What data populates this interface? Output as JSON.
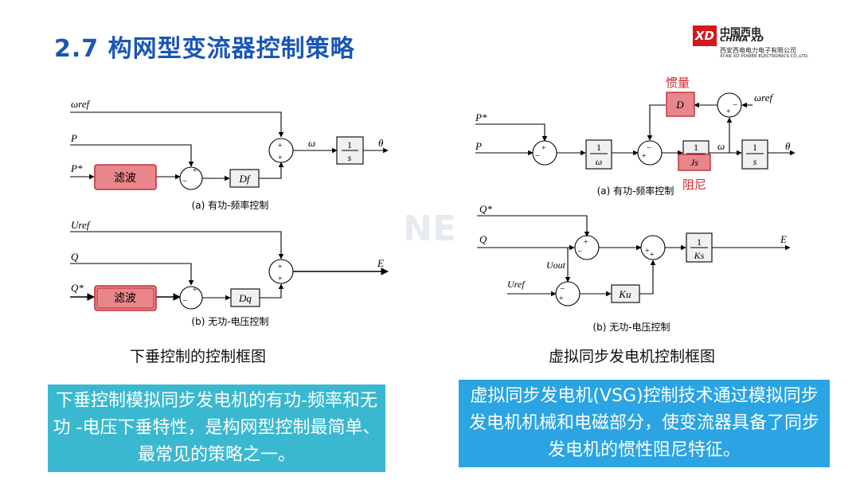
{
  "title": "2.7 构网型变流器控制策略",
  "logo": {
    "mark": "XD",
    "cn": "中国西电",
    "en": "CHINA XD",
    "company_cn": "西安西电电力电子有限公司",
    "company_en": "XI'AN XD POWER ELECTRONICS CO.,LTD."
  },
  "watermark": "NE",
  "left_diagram": {
    "a": {
      "omega_ref": "ωref",
      "P": "P",
      "P_star": "P*",
      "filter": "滤波",
      "Df": "Df",
      "omega": "ω",
      "one": "1",
      "s": "s",
      "theta": "θ",
      "caption": "(a) 有功-频率控制"
    },
    "b": {
      "U_ref": "Uref",
      "Q": "Q",
      "Q_star": "Q*",
      "filter": "滤波",
      "Dq": "Dq",
      "E": "E",
      "caption": "(b) 无功-电压控制"
    },
    "signs": {
      "plus": "+",
      "minus": "−"
    }
  },
  "right_diagram": {
    "a": {
      "inertia_label": "惯量",
      "damping_label": "阻尼",
      "D": "D",
      "omega_ref": "ωref",
      "P_star": "P*",
      "P": "P",
      "one": "1",
      "omega_den": "ω",
      "Js": "Js",
      "omega": "ω",
      "s": "s",
      "theta": "θ",
      "caption": "(a) 有功-频率控制"
    },
    "b": {
      "Q_star": "Q*",
      "Q": "Q",
      "U_out": "Uout",
      "U_ref": "Uref",
      "Ku": "Ku",
      "one": "1",
      "Ks": "Ks",
      "E": "E",
      "caption": "(b) 无功-电压控制"
    }
  },
  "captions": {
    "left": "下垂控制的控制框图",
    "right": "虚拟同步发电机控制框图"
  },
  "boxes": {
    "left": "下垂控制模拟同步发电机的有功-频率和无功 -电压下垂特性，是构网型控制最简单、最常见的策略之一。",
    "right": "虚拟同步发电机(VSG)控制技术通过模拟同步发电机机械和电磁部分，使变流器具备了同步发电机的惯性阻尼特征。"
  },
  "colors": {
    "title": "#1a56b8",
    "highlight_fill": "#e8868b",
    "highlight_stroke": "#c0313a",
    "annotation_red": "#d0262e",
    "box_left": "#3ab8d0",
    "box_right": "#2aa4e2"
  }
}
